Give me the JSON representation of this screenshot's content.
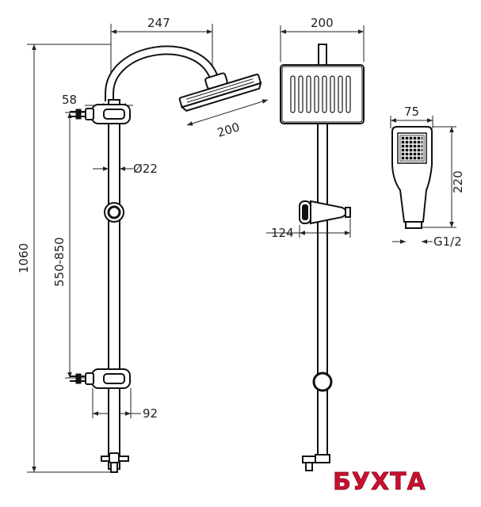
{
  "dimensions": {
    "arm_reach": "247",
    "head_width_side": "200",
    "head_width_front": "200",
    "bracket_offset": "58",
    "rail_diameter": "Ø22",
    "total_height": "1060",
    "bracket_spacing": "550-850",
    "bracket_depth": "92",
    "holder_depth": "124",
    "hand_width": "75",
    "hand_length": "220",
    "thread": "G1/2"
  },
  "logo": {
    "text": "БУХТА",
    "color": "#c8102e"
  }
}
